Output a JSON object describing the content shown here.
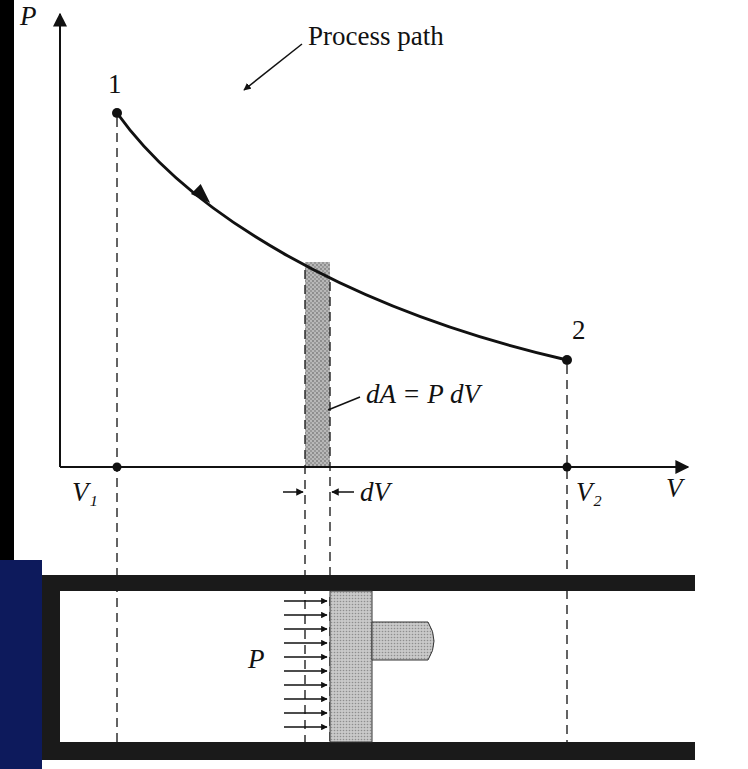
{
  "diagram": {
    "labels": [
      "P",
      "1",
      "Process path",
      "2",
      "dA = P dV",
      "V₁",
      "V₂",
      "V",
      "dV",
      "P"
    ]
  }
}
